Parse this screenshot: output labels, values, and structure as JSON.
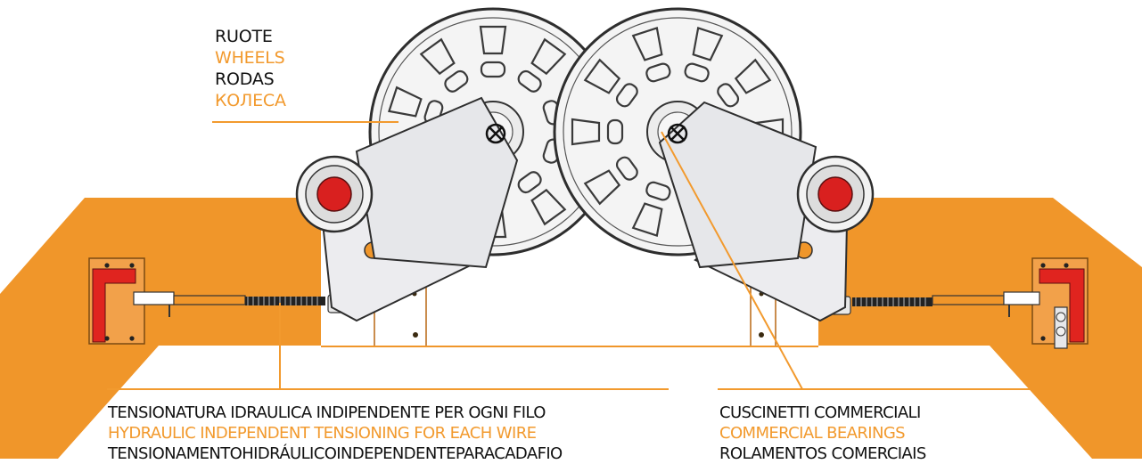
{
  "colors": {
    "frame": "#f0962a",
    "frame_dark": "#c9741a",
    "plate": "#e6e7ea",
    "wheel": "#f4f4f4",
    "hub_red": "#d9201f",
    "bracket_red": "#e0241f",
    "label_accent": "#f29a2e",
    "label_dark": "#111111"
  },
  "labels": {
    "wheels": {
      "it": "RUOTE",
      "en": "WHEELS",
      "pt": "RODAS",
      "ru": "КОЛЕСА"
    },
    "tensioning": {
      "it": "TENSIONATURA IDRAULICA INDIPENDENTE PER OGNI FILO",
      "en": "HYDRAULIC INDEPENDENT TENSIONING FOR EACH WIRE",
      "pt": "TENSIONAMENTOHIDRÁULICOINDEPENDENTEPARACADAFIO"
    },
    "bearings": {
      "it": "CUSCINETTI COMMERCIALI",
      "en": "COMMERCIAL BEARINGS",
      "pt": "ROLAMENTOS COMERCIAIS"
    }
  }
}
